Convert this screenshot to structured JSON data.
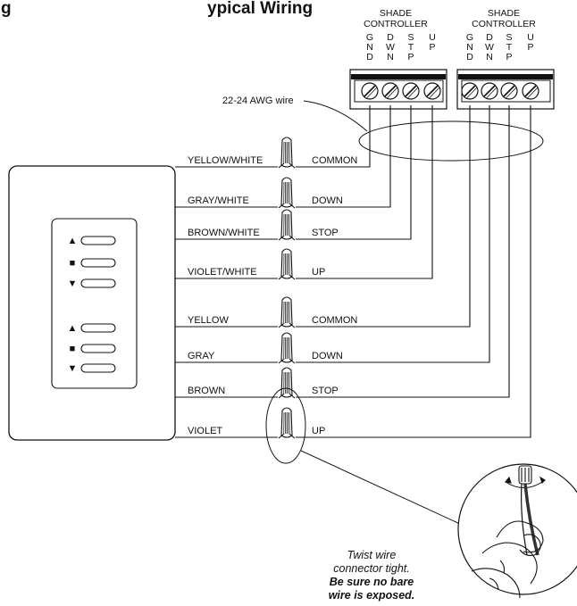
{
  "title": "g",
  "title_right": "ypical Wiring",
  "awg_label": "22-24 AWG wire",
  "controllers": [
    {
      "heading": [
        "SHADE",
        "CONTROLLER"
      ],
      "terminals": [
        "GND",
        "DWN",
        "STP",
        "UP"
      ]
    },
    {
      "heading": [
        "SHADE",
        "CONTROLLER"
      ],
      "terminals": [
        "GND",
        "DWN",
        "STP",
        "UP"
      ]
    }
  ],
  "wires_left": [
    "YELLOW/WHITE",
    "GRAY/WHITE",
    "BROWN/WHITE",
    "VIOLET/WHITE",
    "YELLOW",
    "GRAY",
    "BROWN",
    "VIOLET"
  ],
  "wires_right": [
    "COMMON",
    "DOWN",
    "STOP",
    "UP",
    "COMMON",
    "DOWN",
    "STOP",
    "UP"
  ],
  "keypad_symbols": [
    "▲",
    "■",
    "▼",
    "▲",
    "■",
    "▼"
  ],
  "note": {
    "line1": "Twist wire",
    "line2": "connector tight.",
    "line3": "Be sure no bare",
    "line4": "wire is exposed."
  }
}
